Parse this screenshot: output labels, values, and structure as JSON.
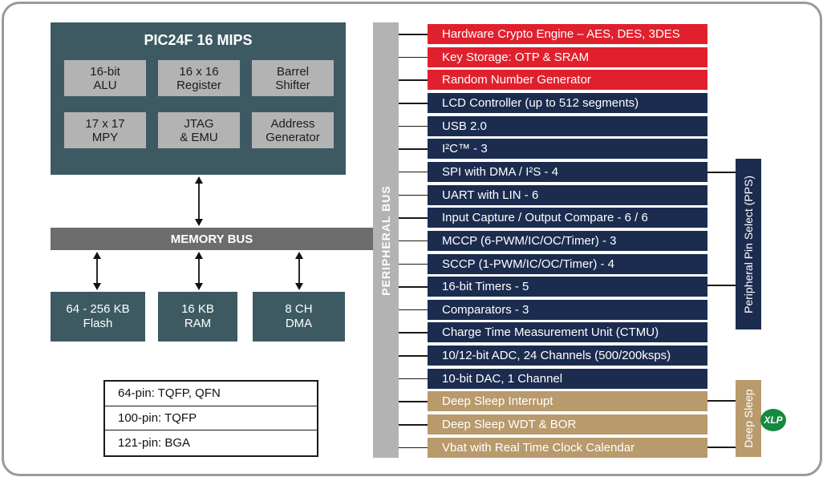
{
  "colors": {
    "cpu_block": "#3d5a63",
    "cpu_cell": "#b3b3b3",
    "bus": "#6c6c6c",
    "peripheral_bus": "#b3b3b3",
    "security": "#e0212d",
    "standard": "#1b2c4f",
    "deep_sleep": "#b89a6c",
    "xlp_badge": "#138a3d"
  },
  "cpu": {
    "title": "PIC24F 16 MIPS",
    "cells": [
      "16-bit\nALU",
      "16 x 16\nRegister",
      "Barrel\nShifter",
      "17 x 17\nMPY",
      "JTAG\n& EMU",
      "Address\nGenerator"
    ]
  },
  "memory_bus": {
    "label": "MEMORY BUS"
  },
  "memory_blocks": [
    "64 - 256 KB\nFlash",
    "16 KB\nRAM",
    "8 CH\nDMA"
  ],
  "packages": [
    "64-pin: TQFP, QFN",
    "100-pin: TQFP",
    "121-pin: BGA"
  ],
  "peripheral_bus": {
    "label": "PERIPHERAL BUS"
  },
  "peripherals": [
    {
      "label": "Hardware Crypto Engine – AES, DES, 3DES",
      "group": "security"
    },
    {
      "label": "Key Storage: OTP & SRAM",
      "group": "security"
    },
    {
      "label": "Random Number Generator",
      "group": "security"
    },
    {
      "label": "LCD Controller (up to 512 segments)",
      "group": "standard"
    },
    {
      "label": "USB 2.0",
      "group": "standard"
    },
    {
      "label": "I²C™ - 3",
      "group": "standard"
    },
    {
      "label": "SPI with DMA / I²S - 4",
      "group": "standard"
    },
    {
      "label": "UART with  LIN - 6",
      "group": "standard"
    },
    {
      "label": "Input Capture / Output Compare - 6 / 6",
      "group": "standard"
    },
    {
      "label": "MCCP (6-PWM/IC/OC/Timer) - 3",
      "group": "standard"
    },
    {
      "label": "SCCP (1-PWM/IC/OC/Timer) - 4",
      "group": "standard"
    },
    {
      "label": "16-bit Timers - 5",
      "group": "standard"
    },
    {
      "label": "Comparators - 3",
      "group": "standard"
    },
    {
      "label": "Charge Time Measurement Unit (CTMU)",
      "group": "standard"
    },
    {
      "label": "10/12-bit ADC, 24 Channels (500/200ksps)",
      "group": "standard"
    },
    {
      "label": "10-bit DAC, 1 Channel",
      "group": "standard"
    },
    {
      "label": "Deep Sleep Interrupt",
      "group": "deep_sleep"
    },
    {
      "label": "Deep Sleep WDT & BOR",
      "group": "deep_sleep"
    },
    {
      "label": "Vbat with Real Time Clock Calendar",
      "group": "deep_sleep"
    }
  ],
  "pps": {
    "label": "Peripheral Pin Select (PPS)"
  },
  "deep_sleep": {
    "label": "Deep Sleep"
  },
  "xlp": {
    "label": "XLP",
    "icon": "xlp-badge-icon"
  }
}
